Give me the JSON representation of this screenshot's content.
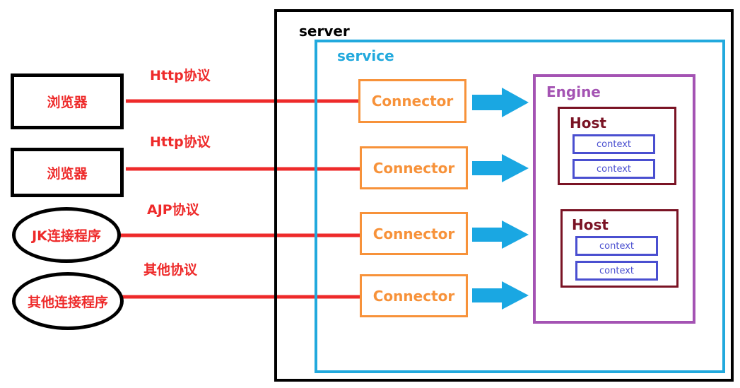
{
  "colors": {
    "client_text": "#ee2a2a",
    "protocol_line": "#ee2a2a",
    "arrow": "#1aa7e2",
    "connector": "#f7923a",
    "service": "#22a9dd",
    "engine": "#a453b3",
    "host": "#7a1324",
    "context": "#4a4fd0"
  },
  "server": {
    "title": "server"
  },
  "service": {
    "title": "service"
  },
  "engine": {
    "title": "Engine"
  },
  "clients": [
    {
      "label": "浏览器",
      "shape": "rect"
    },
    {
      "label": "浏览器",
      "shape": "rect"
    },
    {
      "label": "JK连接程序",
      "shape": "ellipse"
    },
    {
      "label": "其他连接程序",
      "shape": "ellipse"
    }
  ],
  "protocols": [
    "Http协议",
    "Http协议",
    "AJP协议",
    "其他协议"
  ],
  "connectors": [
    "Connector",
    "Connector",
    "Connector",
    "Connector"
  ],
  "hosts": [
    {
      "title": "Host",
      "contexts": [
        "context",
        "context"
      ]
    },
    {
      "title": "Host",
      "contexts": [
        "context",
        "context"
      ]
    }
  ]
}
